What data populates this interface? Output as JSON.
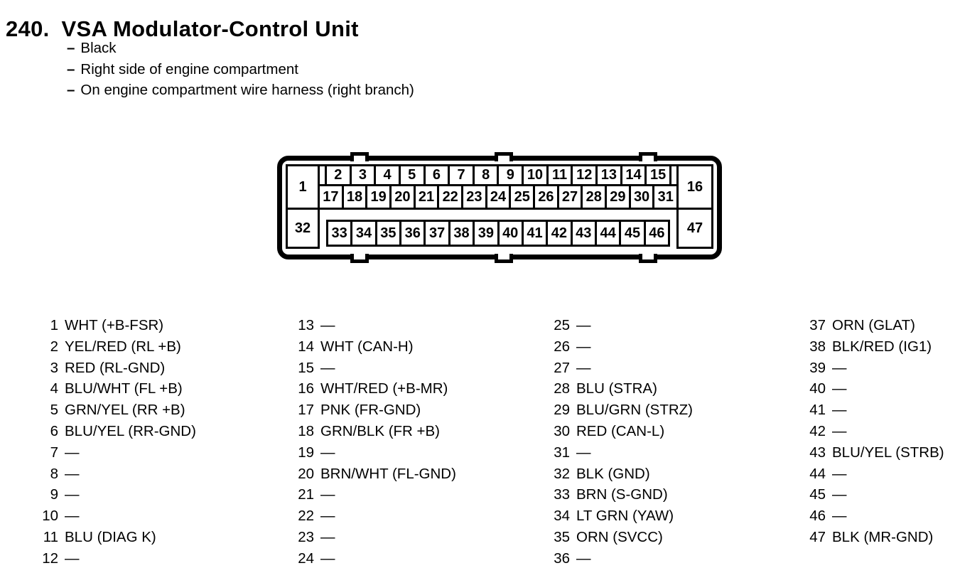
{
  "header": {
    "number": "240.",
    "title": "VSA Modulator-Control Unit",
    "notes": [
      {
        "marker": "–",
        "text": "Black"
      },
      {
        "marker": "–",
        "text": "Right side of engine compartment"
      },
      {
        "marker": "–",
        "text": "On engine compartment wire harness (right branch)"
      }
    ]
  },
  "connector": {
    "corner_top_left": "1",
    "corner_bottom_left": "32",
    "corner_top_right": "16",
    "corner_bottom_right": "47",
    "row_top": [
      "2",
      "3",
      "4",
      "5",
      "6",
      "7",
      "8",
      "9",
      "10",
      "11",
      "12",
      "13",
      "14",
      "15"
    ],
    "row_middle": [
      "17",
      "18",
      "19",
      "20",
      "21",
      "22",
      "23",
      "24",
      "25",
      "26",
      "27",
      "28",
      "29",
      "30",
      "31"
    ],
    "row_bottom": [
      "33",
      "34",
      "35",
      "36",
      "37",
      "38",
      "39",
      "40",
      "41",
      "42",
      "43",
      "44",
      "45",
      "46"
    ]
  },
  "pin_table": {
    "col1": [
      {
        "num": "1",
        "label": "WHT (+B-FSR)"
      },
      {
        "num": "2",
        "label": "YEL/RED (RL +B)"
      },
      {
        "num": "3",
        "label": "RED (RL-GND)"
      },
      {
        "num": "4",
        "label": "BLU/WHT (FL +B)"
      },
      {
        "num": "5",
        "label": "GRN/YEL (RR +B)"
      },
      {
        "num": "6",
        "label": "BLU/YEL (RR-GND)"
      },
      {
        "num": "7",
        "label": "—"
      },
      {
        "num": "8",
        "label": "—"
      },
      {
        "num": "9",
        "label": "—"
      },
      {
        "num": "10",
        "label": "—"
      },
      {
        "num": "11",
        "label": "BLU (DIAG K)"
      },
      {
        "num": "12",
        "label": "—"
      }
    ],
    "col2": [
      {
        "num": "13",
        "label": "—"
      },
      {
        "num": "14",
        "label": "WHT (CAN-H)"
      },
      {
        "num": "15",
        "label": "—"
      },
      {
        "num": "16",
        "label": "WHT/RED (+B-MR)"
      },
      {
        "num": "17",
        "label": "PNK (FR-GND)"
      },
      {
        "num": "18",
        "label": "GRN/BLK (FR +B)"
      },
      {
        "num": "19",
        "label": "—"
      },
      {
        "num": "20",
        "label": "BRN/WHT (FL-GND)"
      },
      {
        "num": "21",
        "label": "—"
      },
      {
        "num": "22",
        "label": "—"
      },
      {
        "num": "23",
        "label": "—"
      },
      {
        "num": "24",
        "label": "—"
      }
    ],
    "col3": [
      {
        "num": "25",
        "label": "—"
      },
      {
        "num": "26",
        "label": "—"
      },
      {
        "num": "27",
        "label": "—"
      },
      {
        "num": "28",
        "label": "BLU (STRA)"
      },
      {
        "num": "29",
        "label": "BLU/GRN (STRZ)"
      },
      {
        "num": "30",
        "label": "RED (CAN-L)"
      },
      {
        "num": "31",
        "label": "—"
      },
      {
        "num": "32",
        "label": "BLK (GND)"
      },
      {
        "num": "33",
        "label": "BRN (S-GND)"
      },
      {
        "num": "34",
        "label": "LT GRN (YAW)"
      },
      {
        "num": "35",
        "label": "ORN (SVCC)"
      },
      {
        "num": "36",
        "label": "—"
      }
    ],
    "col4": [
      {
        "num": "37",
        "label": "ORN (GLAT)"
      },
      {
        "num": "38",
        "label": "BLK/RED (IG1)"
      },
      {
        "num": "39",
        "label": "—"
      },
      {
        "num": "40",
        "label": "—"
      },
      {
        "num": "41",
        "label": "—"
      },
      {
        "num": "42",
        "label": "—"
      },
      {
        "num": "43",
        "label": "BLU/YEL (STRB)"
      },
      {
        "num": "44",
        "label": "—"
      },
      {
        "num": "45",
        "label": "—"
      },
      {
        "num": "46",
        "label": "—"
      },
      {
        "num": "47",
        "label": "BLK (MR-GND)"
      }
    ]
  },
  "colors": {
    "ink": "#000000",
    "background": "#ffffff"
  }
}
